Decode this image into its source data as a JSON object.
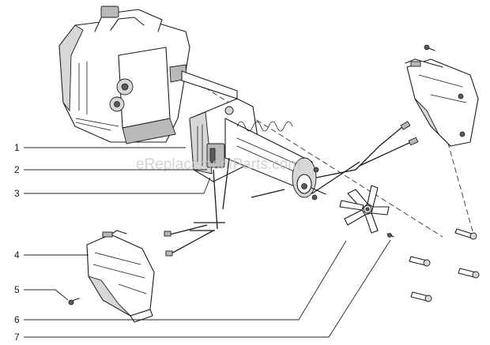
{
  "diagram": {
    "watermark": "eReplacementParts.com",
    "callouts": [
      {
        "number": "1"
      },
      {
        "number": "2"
      },
      {
        "number": "3"
      },
      {
        "number": "4"
      },
      {
        "number": "5"
      },
      {
        "number": "6"
      },
      {
        "number": "7"
      }
    ]
  }
}
